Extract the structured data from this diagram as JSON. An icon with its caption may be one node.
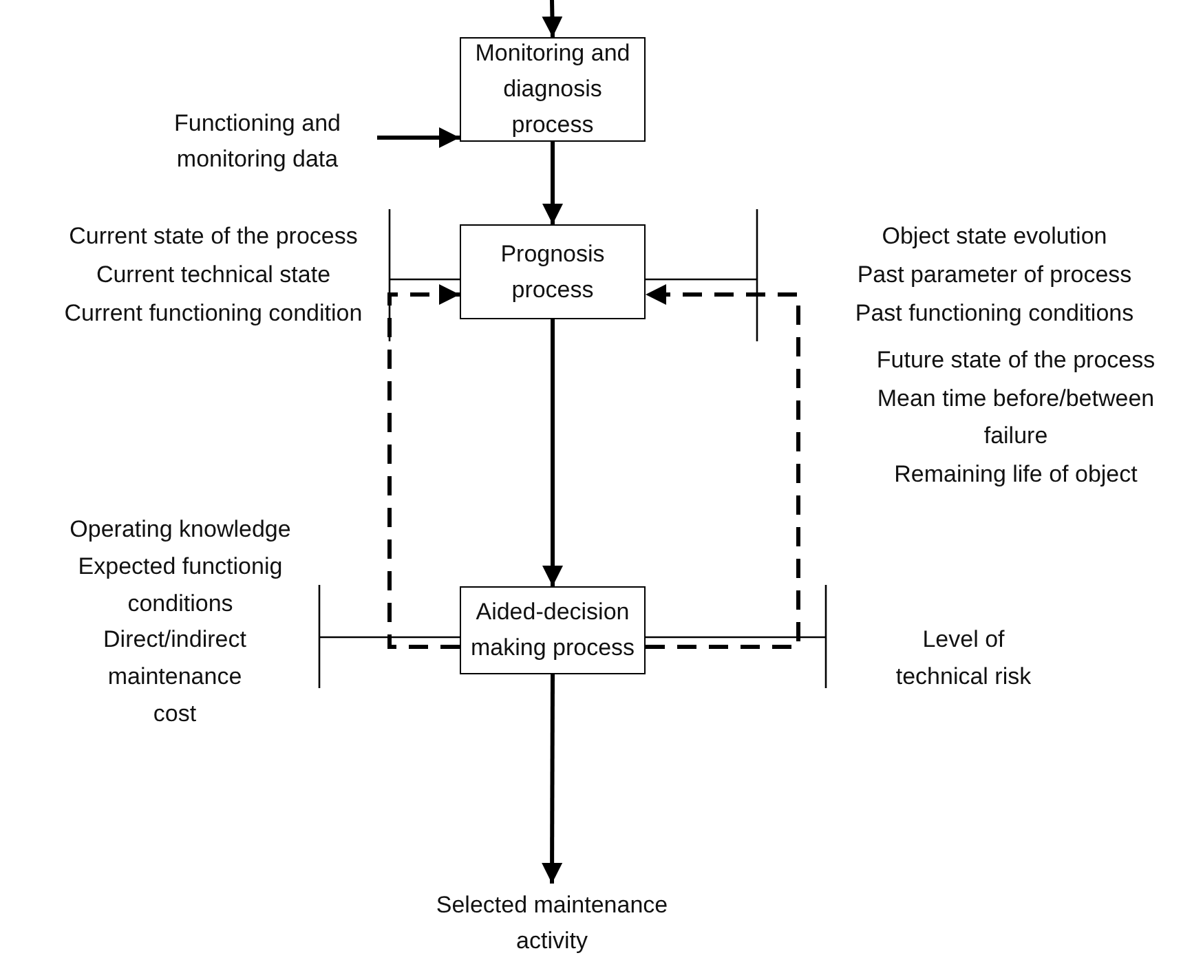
{
  "diagram": {
    "nodes": [
      {
        "text": [
          "Monitoring and diagnosis process"
        ]
      },
      {
        "text": [
          "Prognosis process"
        ]
      },
      {
        "text": [
          "Aided-decision making process"
        ]
      },
      {
        "text": [
          "Functioning and monitoring data"
        ]
      },
      {
        "text": [
          "Selected maintenance activity"
        ]
      }
    ],
    "edges": [
      {
        "from": null,
        "to": 0,
        "arrow": "to"
      },
      {
        "from": 3,
        "to": 0,
        "arrow": "to"
      },
      {
        "from": 0,
        "to": 1,
        "arrow": "to"
      },
      {
        "from": 1,
        "to": 2,
        "arrow": "to"
      },
      {
        "from": 2,
        "to": 4,
        "arrow": "to"
      },
      {
        "from": 2,
        "to": 1,
        "arrow": "to",
        "style": "dashed"
      },
      {
        "from": 2,
        "to": 1,
        "arrow": "to",
        "style": "dashed"
      }
    ],
    "labels": [
      "Current state of the process",
      "Current technical state",
      "Current functioning condition",
      "Object state evolution",
      "Past parameter of process",
      "Past functioning conditions",
      "Operating knowledge",
      "Expected functionig conditions",
      "Future state of the process",
      "Mean time before/between failure",
      "Remaining life of object",
      "Direct/indirect maintenance cost",
      "Level of technical risk"
    ]
  }
}
